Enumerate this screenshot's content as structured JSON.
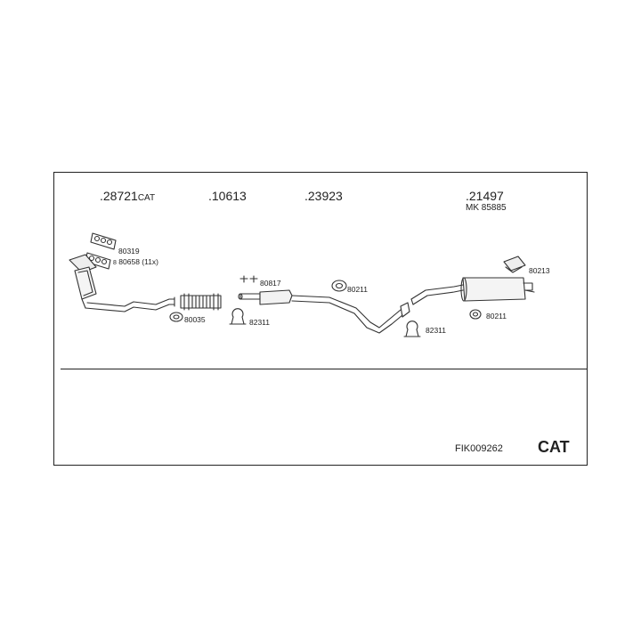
{
  "groups": {
    "g1": {
      "number": ".28721",
      "suffix": "CAT"
    },
    "g2": {
      "number": ".10613"
    },
    "g3": {
      "number": ".23923"
    },
    "g4": {
      "number": ".21497",
      "sub": "MK  85885"
    }
  },
  "parts": {
    "p80319": "80319",
    "p80658": "80658 (11x)",
    "p80035": "80035",
    "p80817": "80817",
    "p82311a": "82311",
    "p80211a": "80211",
    "p82311b": "82311",
    "p80213": "80213",
    "p80211b": "80211"
  },
  "footer": {
    "code": "FIK009262",
    "type": "CAT"
  }
}
